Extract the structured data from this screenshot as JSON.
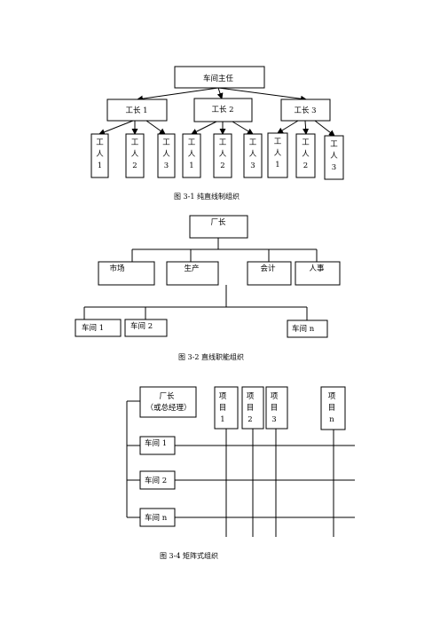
{
  "fig1": {
    "caption": "图 3-1   纯直线制组织",
    "top": "车间主任",
    "foremen": [
      "工长   1",
      "工长 2",
      "工长 3"
    ],
    "worker_lines": [
      [
        "工",
        "人",
        "1"
      ],
      [
        "工",
        "人",
        "2"
      ],
      [
        "工",
        "人",
        "3"
      ]
    ]
  },
  "fig2": {
    "caption": "图 3-2  直线职能组织",
    "top": "厂长",
    "functions": [
      "市场",
      "生产",
      "会计",
      "人事"
    ],
    "workshops": [
      "车间 1",
      "车间 2",
      "车间 n"
    ]
  },
  "fig3": {
    "caption": "图 3-4   矩阵式组织",
    "head_lines": [
      "厂长",
      "（或总经理）"
    ],
    "projects": [
      [
        "项",
        "目",
        "1"
      ],
      [
        "项",
        "目",
        "2"
      ],
      [
        "项",
        "目",
        "3"
      ],
      [
        "项",
        "目",
        "n"
      ]
    ],
    "workshops": [
      "车间 1",
      "车间 2",
      "车间 n"
    ]
  }
}
